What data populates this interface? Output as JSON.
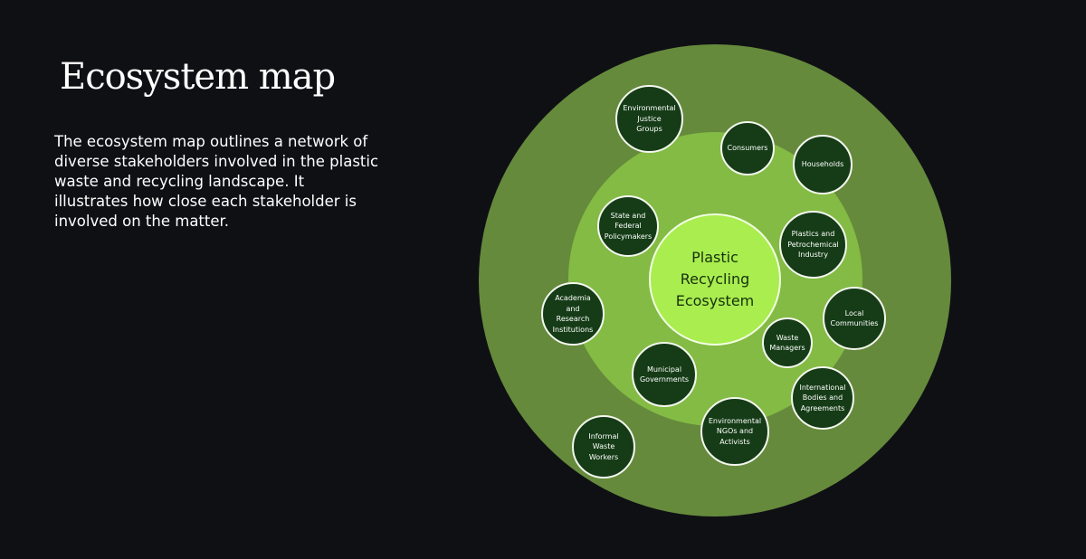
{
  "title": "Ecosystem map",
  "description": "The ecosystem map outlines a network of diverse stakeholders involved in the plastic waste and recycling landscape. It illustrates how close each stakeholder is involved on the matter.",
  "colors": {
    "background": "#0f1014",
    "outer_ring": "#658a3c",
    "inner_ring": "#83bb44",
    "center": "#a9ed4f",
    "node": "#153c16"
  },
  "center_label": "Plastic\nRecycling\nEcosystem",
  "stakeholders": [
    {
      "id": "environmental-justice-groups",
      "label": "Environmental\nJustice\nGroups"
    },
    {
      "id": "consumers",
      "label": "Consumers"
    },
    {
      "id": "households",
      "label": "Households"
    },
    {
      "id": "state-federal-policymakers",
      "label": "State and\nFederal\nPolicymakers"
    },
    {
      "id": "plastics-petrochemical-industry",
      "label": "Plastics and\nPetrochemical\nIndustry"
    },
    {
      "id": "academia-research-institutions",
      "label": "Academia\nand\nResearch\nInstitutions"
    },
    {
      "id": "local-communities",
      "label": "Local\nCommunities"
    },
    {
      "id": "waste-managers",
      "label": "Waste\nManagers"
    },
    {
      "id": "municipal-governments",
      "label": "Municipal\nGovernments"
    },
    {
      "id": "international-bodies-agreements",
      "label": "International\nBodies and\nAgreements"
    },
    {
      "id": "environmental-ngos-activists",
      "label": "Environmental\nNGOs and\nActivists"
    },
    {
      "id": "informal-waste-workers",
      "label": "Informal\nWaste\nWorkers"
    }
  ]
}
